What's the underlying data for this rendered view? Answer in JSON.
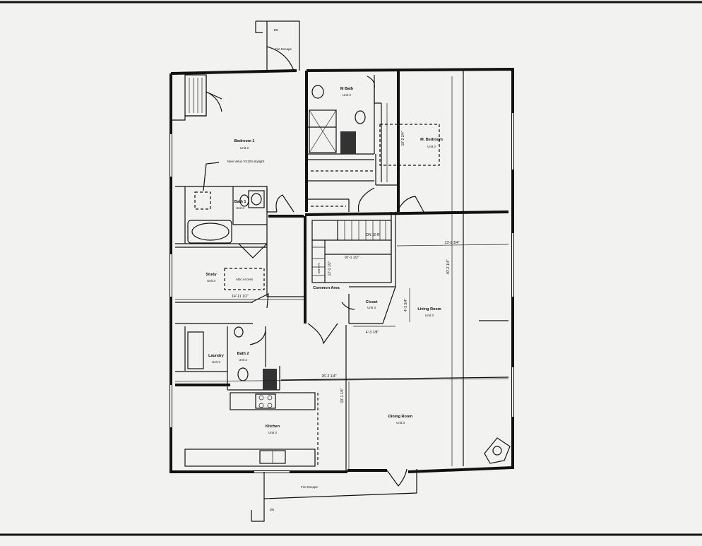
{
  "rooms": {
    "bedroom1": {
      "name": "Bedroom 1",
      "unit": "Unit 3"
    },
    "m_bath": {
      "name": "M Bath",
      "unit": "Unit 3"
    },
    "m_bedroom": {
      "name": "M. Bedroom",
      "unit": "Unit 3"
    },
    "bath1": {
      "name": "Bath 1",
      "unit": "Unit 3"
    },
    "study": {
      "name": "Study",
      "unit": "Unit 3"
    },
    "laundry": {
      "name": "Laundry",
      "unit": "Unit 3"
    },
    "bath2": {
      "name": "Bath 2",
      "unit": "Unit 3"
    },
    "kitchen": {
      "name": "Kitchen",
      "unit": "Unit 3"
    },
    "dining": {
      "name": "Dining Room",
      "unit": "Unit 3"
    },
    "living": {
      "name": "Living Room",
      "unit": "Unit 3"
    },
    "closet": {
      "name": "Closet",
      "unit": "Unit 3"
    }
  },
  "labels": {
    "common_area": "Common Area",
    "attic_access": "Attic Access",
    "skylight_note": "New Velux VS104 skylight",
    "fire_escape_top": "Fire Escape",
    "fire_escape_bottom": "Fire Escape",
    "stair_dn_top": "DN",
    "stair_dn_bottom": "DN",
    "stair_dn_10r": "DN 10 R",
    "stair_dn_side": "DN 5 R"
  },
  "dimensions": {
    "m_bedroom": "10'-2 3/4\"",
    "living_width": "13'-2 3/4\"",
    "overall_depth": "40'-2 1/4\"",
    "stair_a": "10'-1 1/2\"",
    "stair_b": "12'-1 1/2\"",
    "study_width": "14'-11 1/2\"",
    "closet_h": "4'-3 3/4\"",
    "closet_w": "4'-3 7/8\"",
    "overall_width": "26'-2 1/4\"",
    "dining_h": "19'-1 1/4\""
  }
}
